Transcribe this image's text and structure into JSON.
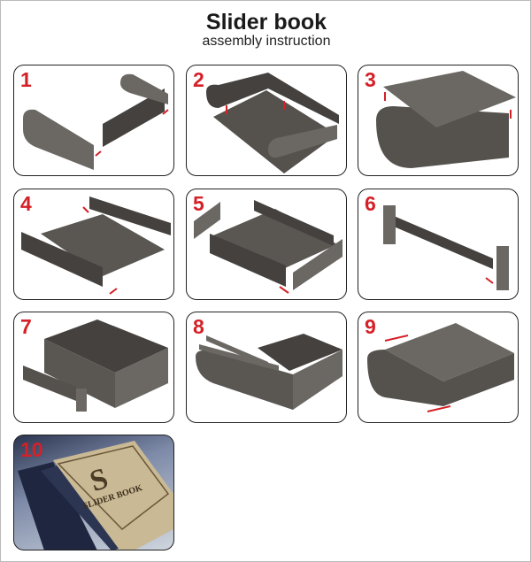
{
  "header": {
    "title": "Slider book",
    "subtitle": "assembly instruction"
  },
  "steps": [
    {
      "number": "1"
    },
    {
      "number": "2"
    },
    {
      "number": "3"
    },
    {
      "number": "4"
    },
    {
      "number": "5"
    },
    {
      "number": "6"
    },
    {
      "number": "7"
    },
    {
      "number": "8"
    },
    {
      "number": "9"
    },
    {
      "number": "10",
      "photo_label": "SLIDER BOOK"
    }
  ],
  "colors": {
    "step_number": "#d42027",
    "part": "#5a5753",
    "part_dark": "#44413e",
    "arrow": "#d42027"
  }
}
